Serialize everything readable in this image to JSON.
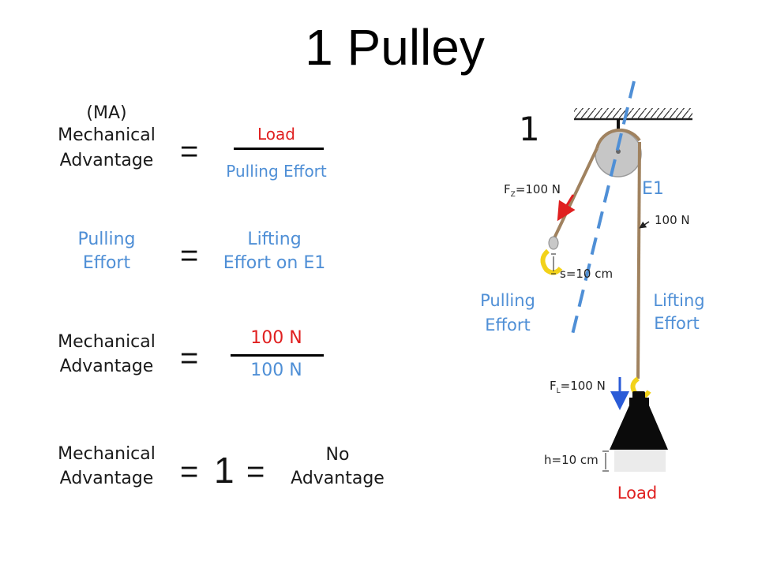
{
  "title": "1 Pulley",
  "row1": {
    "ma_abbr": "(MA)",
    "left_line1": "Mechanical",
    "left_line2": "Advantage",
    "equals": "=",
    "numerator": "Load",
    "denominator": "Pulling Effort"
  },
  "row2": {
    "left_line1": "Pulling",
    "left_line2": "Effort",
    "equals": "=",
    "right_line1": "Lifting",
    "right_line2": "Effort on E1"
  },
  "row3": {
    "left_line1": "Mechanical",
    "left_line2": "Advantage",
    "equals": "=",
    "numerator": "100 N",
    "denominator": "100 N"
  },
  "row4": {
    "left_line1": "Mechanical",
    "left_line2": "Advantage",
    "equals1": "=",
    "value": "1",
    "equals2": "=",
    "right_line1": "No",
    "right_line2": "Advantage"
  },
  "diagram": {
    "figure_number": "1",
    "e1_label": "E1",
    "fz_label": "F",
    "fz_sub": "Z",
    "fz_value": "=100 N",
    "rope_force": "100 N",
    "s_label": "s=10 cm",
    "fl_label": "F",
    "fl_sub": "L",
    "fl_value": "=100 N",
    "h_label": "h=10 cm",
    "pulling_effort_1": "Pulling",
    "pulling_effort_2": "Effort",
    "lifting_effort_1": "Lifting",
    "lifting_effort_2": "Effort",
    "load_label": "Load"
  },
  "colors": {
    "blue": "#4f8fd6",
    "red": "#e02020",
    "rope": "#a0825f",
    "pulley": "#c6c6c6",
    "weight": "#0b0b0b",
    "hook": "#f2d21a"
  }
}
